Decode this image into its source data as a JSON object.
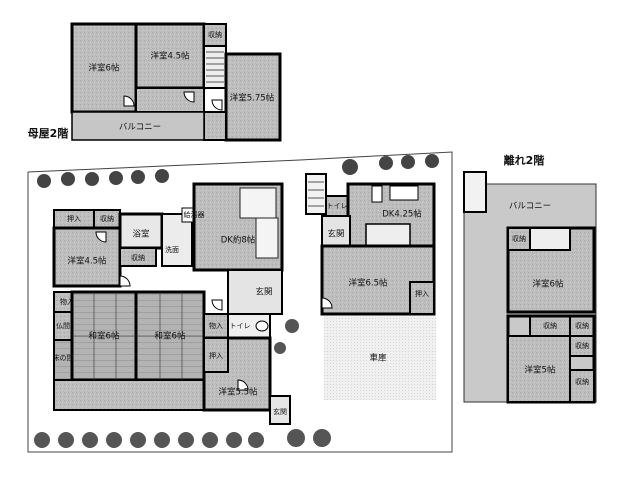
{
  "sections": {
    "main_upper": "母屋2階",
    "annex_upper": "離れ2階"
  },
  "upper_floor": {
    "room1": "洋室6帖",
    "room2": "洋室4.5帖",
    "room3": "洋室5.75帖",
    "storage": "収納",
    "balcony": "バルコニー"
  },
  "ground_floor": {
    "oshiire_left": "押入",
    "storage_left": "収納",
    "bath": "浴室",
    "washroom": "洗面",
    "water_heater": "給湯器",
    "dk_8": "DK約8帖",
    "room_45": "洋室4.5帖",
    "storage_mid": "収納",
    "monoire": "物入",
    "genkan": "玄関",
    "butsuma": "仏間",
    "tokonoma": "床の間",
    "washitsu1": "和室6帖",
    "washitsu2": "和室6帖",
    "monoire2": "物入",
    "toilet": "トイレ",
    "oshiire2": "押入",
    "room_55": "洋室5.5帖",
    "genkan2": "玄関"
  },
  "annex_ground": {
    "toilet": "トイレ",
    "dk": "DK4.25帖",
    "genkan": "玄関",
    "room_65": "洋室6.5帖",
    "oshiire": "押入",
    "garage": "車庫"
  },
  "annex_upper_floor": {
    "balcony": "バルコニー",
    "storage1": "収納",
    "room6": "洋室6帖",
    "storage2": "収納",
    "storage3": "収納",
    "storage4": "収納",
    "room5": "洋室5帖",
    "storage5": "収納"
  }
}
